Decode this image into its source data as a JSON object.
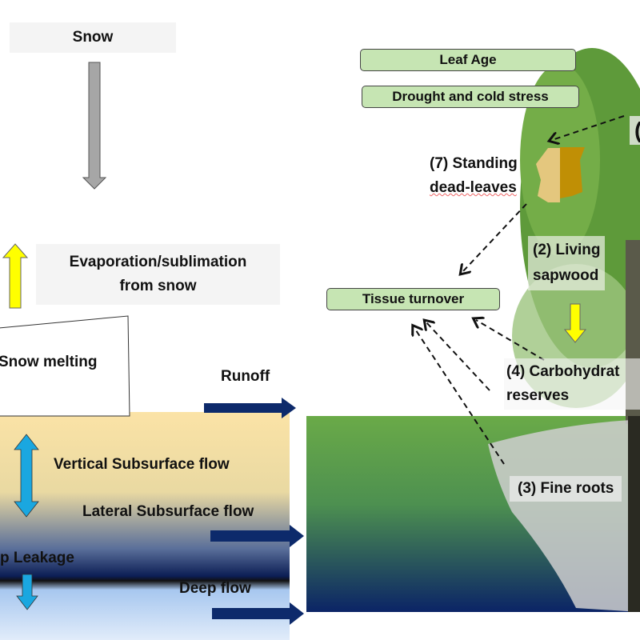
{
  "left": {
    "snow": "Snow",
    "evaporation_line1": "Evaporation/sublimation",
    "evaporation_line2": "from snow",
    "snow_melting": "Snow melting",
    "runoff": "Runoff",
    "vertical_flow": "Vertical Subsurface flow",
    "lateral_flow": "Lateral Subsurface flow",
    "deep_leakage": "p Leakage",
    "deep_flow": "Deep flow"
  },
  "right": {
    "leaf_age": "Leaf Age",
    "drought": "Drought and cold stress",
    "standing_line1": "(7) Standing",
    "standing_line2": "dead-leaves",
    "sapwood_line1": "(2) Living",
    "sapwood_line2": "sapwood",
    "tissue_turnover": "Tissue turnover",
    "carb_line1": "(4) Carbohydrat",
    "carb_line2": "reserves",
    "fine_roots": "(3) Fine roots",
    "partial_label": "("
  },
  "colors": {
    "arrow_navy": "#0d2a6b",
    "arrow_blue": "#1aa7e0",
    "arrow_yellow": "#ffff00",
    "box_green": "#c6e5b3"
  }
}
